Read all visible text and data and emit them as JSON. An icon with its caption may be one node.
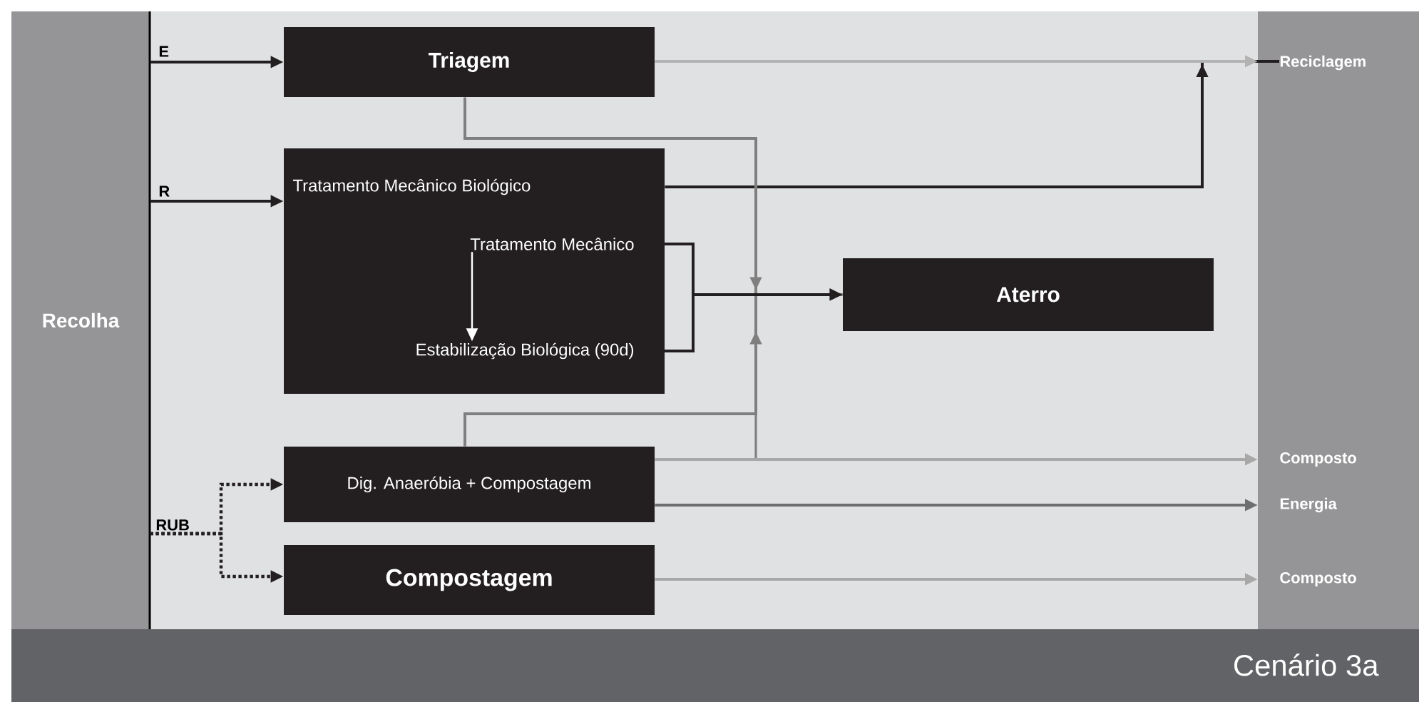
{
  "diagram": {
    "title": "Cenário 3a",
    "nodes": [
      {
        "text": [
          "Recolha"
        ]
      },
      {
        "text": [
          "Triagem"
        ]
      },
      {
        "text": [
          "Tratamento Mecânico Biológico"
        ]
      },
      {
        "text": [
          "Tratamento Mecânico"
        ],
        "in": 2
      },
      {
        "text": [
          "Estabilização Biológica (90d)"
        ],
        "in": 2
      },
      {
        "text": [
          "Aterro"
        ]
      },
      {
        "text": [
          "Dig. Anaeróbia + Compostagem"
        ]
      },
      {
        "text": [
          "Compostagem"
        ]
      },
      {
        "text": [
          "Reciclagem"
        ]
      },
      {
        "text": [
          "Composto"
        ]
      },
      {
        "text": [
          "Energia"
        ]
      },
      {
        "text": [
          "Composto"
        ]
      }
    ],
    "edges": [
      {
        "from": 0,
        "to": 1,
        "arrow": "to",
        "label": "E"
      },
      {
        "from": 0,
        "to": 2,
        "arrow": "to",
        "label": "R"
      },
      {
        "from": 0,
        "to": 6,
        "arrow": "to",
        "label": "RUB",
        "style": "dashed"
      },
      {
        "from": 0,
        "to": 7,
        "arrow": "to",
        "style": "dashed"
      },
      {
        "from": 1,
        "to": 8,
        "arrow": "to",
        "color": "#b3b3b3"
      },
      {
        "from": 2,
        "to": 8,
        "arrow": "to"
      },
      {
        "from": 1,
        "to": 5,
        "arrow": "to",
        "color": "#7f7f7f"
      },
      {
        "from": 6,
        "to": 5,
        "arrow": "to",
        "color": "#7f7f7f"
      },
      {
        "from": 6,
        "to": 9,
        "arrow": "to",
        "color": "#a8a8a8"
      },
      {
        "from": 6,
        "to": 10,
        "arrow": "to",
        "color": "#6e6e6e"
      },
      {
        "from": 7,
        "to": 11,
        "arrow": "to",
        "color": "#a8a8a8"
      },
      {
        "from": 3,
        "to": 4,
        "arrow": "to",
        "color": "#ffffff"
      },
      {
        "from": 3,
        "to": 5,
        "arrow": "to"
      },
      {
        "from": 4,
        "to": 5,
        "arrow": "to"
      }
    ]
  }
}
